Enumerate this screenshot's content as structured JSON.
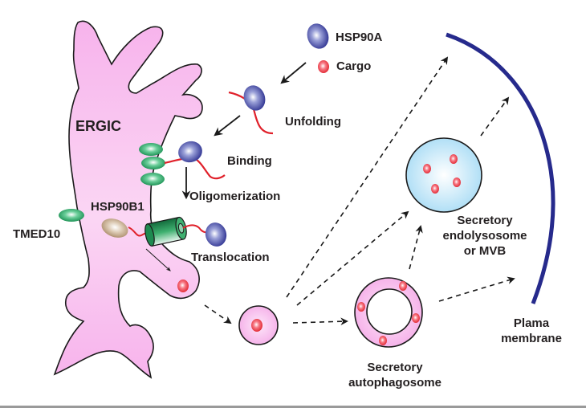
{
  "figure": {
    "organelle_label": "ERGIC",
    "legend": {
      "hsp90a": "HSP90A",
      "cargo": "Cargo"
    },
    "steps": {
      "unfolding": "Unfolding",
      "binding": "Binding",
      "oligomerization": "Oligomerization",
      "translocation": "Translocation"
    },
    "proteins": {
      "tmed10": "TMED10",
      "hsp90b1": "HSP90B1"
    },
    "compartments": {
      "endolysosome": [
        "Secretory",
        "endolysosome",
        "or MVB"
      ],
      "autophagosome": [
        "Secretory",
        "autophagosome"
      ],
      "plasma_membrane": [
        "Plama",
        "membrane"
      ]
    },
    "colors": {
      "ergic_fill": "#f7b3ec",
      "ergic_fill_light": "#fde6fa",
      "hsp90a": "#2b2f8f",
      "cargo": "#e8202f",
      "chain": "#e0202a",
      "tmed10": "#1e9a5c",
      "hsp90b1": "#b89a78",
      "endolysosome": "#bde6f8",
      "plasma_membrane": "#262a8c",
      "outline": "#1a1a1a"
    }
  }
}
